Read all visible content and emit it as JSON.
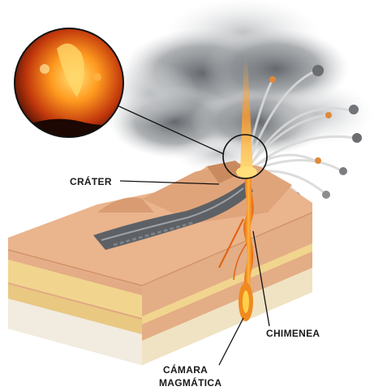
{
  "labels": {
    "crater": "CRÁTER",
    "chimney": "CHIMENEA",
    "chamber_line1": "CÁMARA",
    "chamber_line2": "MAGMÁTICA"
  },
  "colors": {
    "lava": "#f08a1e",
    "lava_core": "#ffd04a",
    "surface_sand": "#e9b48c",
    "strata_yellow": "#f1d58e",
    "ash_cloud": "#6f7377",
    "label_text": "#1a1a1a"
  },
  "icons": [
    "zoom-inset-lava-fountain",
    "eruption-plume",
    "volcanic-bombs"
  ]
}
